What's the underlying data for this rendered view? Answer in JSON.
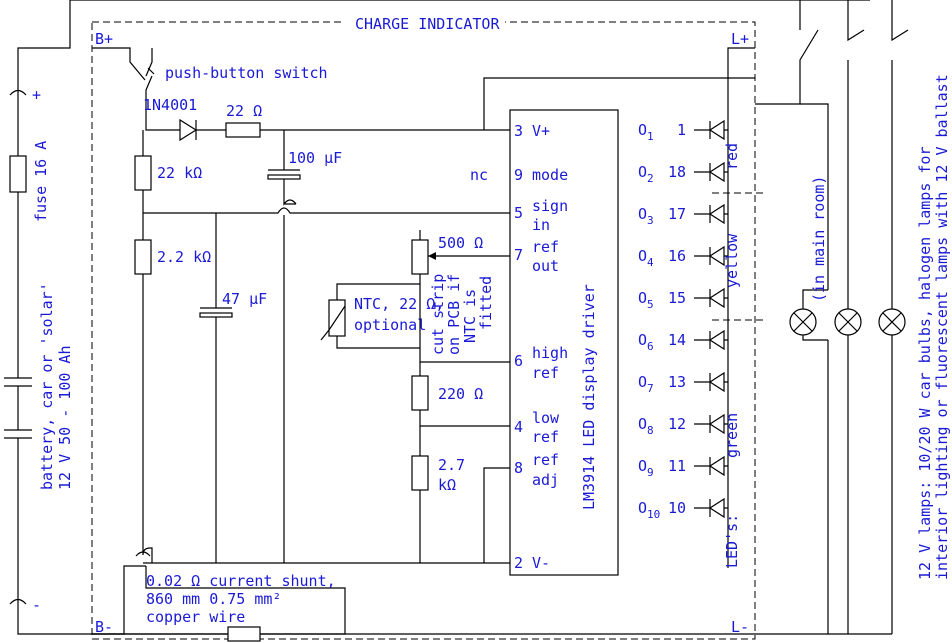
{
  "title": "CHARGE INDICATOR",
  "terminals": {
    "bplus": "B+",
    "bminus": "B-",
    "lplus": "L+",
    "lminus": "L-"
  },
  "switch_label": "push-button switch",
  "diode": "1N4001",
  "r22": "22 Ω",
  "c100": "100 µF",
  "r22k": "22 kΩ",
  "r2k2": "2.2 kΩ",
  "c47": "47 µF",
  "ntc": [
    "NTC, 22 Ω,",
    "optional"
  ],
  "pot": "500 Ω",
  "r220": "220 Ω",
  "r2k7": [
    "2.7",
    "kΩ"
  ],
  "cut_strip": [
    "cut strip",
    "on PCB if",
    "NTC is",
    "fitted"
  ],
  "ic_name": "LM3914 LED display driver",
  "pins_left": [
    {
      "num": "3",
      "name": "V+"
    },
    {
      "pre": "nc",
      "num": "9",
      "name": "mode"
    },
    {
      "num": "5",
      "name": "sign"
    },
    {
      "name": "in"
    },
    {
      "num": "7",
      "name": "ref"
    },
    {
      "name": "out"
    },
    {
      "num": "6",
      "name": "high"
    },
    {
      "name": "ref"
    },
    {
      "num": "4",
      "name": "low"
    },
    {
      "name": "ref"
    },
    {
      "num": "8",
      "name": "ref"
    },
    {
      "name": "adj"
    },
    {
      "num": "2",
      "name": "V-"
    }
  ],
  "outputs": [
    {
      "q": "O",
      "sub": "1",
      "pin": "1"
    },
    {
      "q": "O",
      "sub": "2",
      "pin": "18"
    },
    {
      "q": "O",
      "sub": "3",
      "pin": "17"
    },
    {
      "q": "O",
      "sub": "4",
      "pin": "16"
    },
    {
      "q": "O",
      "sub": "5",
      "pin": "15"
    },
    {
      "q": "O",
      "sub": "6",
      "pin": "14"
    },
    {
      "q": "O",
      "sub": "7",
      "pin": "13"
    },
    {
      "q": "O",
      "sub": "8",
      "pin": "12"
    },
    {
      "q": "O",
      "sub": "9",
      "pin": "11"
    },
    {
      "q": "O",
      "sub": "10",
      "pin": "10"
    }
  ],
  "led_groups": {
    "red": "red",
    "yellow": "yellow",
    "green": "green",
    "leds": "LED's:"
  },
  "shunt": [
    "0.02 Ω current shunt,",
    "860 mm 0.75 mm²",
    "copper wire"
  ],
  "fuse": "fuse 16 A",
  "battery": [
    "battery, car or 'solar'",
    "12 V 50 - 100 Ah"
  ],
  "plus": "+",
  "minus": "-",
  "main_room": "(in main room)",
  "lamps": [
    "12 V lamps: 10/20 W car bulbs, halogen lamps for",
    "interior lighting or fluorescent lamps with 12 V ballast"
  ]
}
